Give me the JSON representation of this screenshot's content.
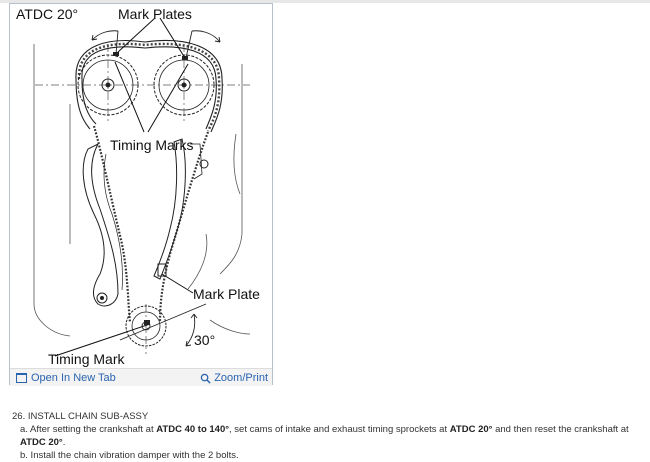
{
  "figure": {
    "labels": {
      "atdc": "ATDC 20°",
      "mark_plates": "Mark Plates",
      "timing_marks": "Timing Marks",
      "mark_plate": "Mark Plate",
      "angle": "30°",
      "timing_mark": "Timing Mark"
    },
    "footer": {
      "open_tab": "Open In New Tab",
      "zoom": "Zoom/Print"
    }
  },
  "instructions": {
    "step_title": "26. INSTALL CHAIN SUB-ASSY",
    "step_a": {
      "t1": "a. After setting the crankshaft at ",
      "b1": "ATDC 40 to 140°",
      "t2": ", set cams of intake and exhaust timing sprockets at ",
      "b2": "ATDC 20°",
      "t3": " and then reset the crankshaft at ",
      "b3": "ATDC 20°",
      "t4": "."
    },
    "step_b": "b. Install the chain vibration damper with the 2 bolts."
  },
  "colors": {
    "link": "#2a64b0",
    "frame_border": "#b8c2cf",
    "footer_bg": "#f3f3f3"
  },
  "icons": [
    "open-tab-icon",
    "zoom-icon"
  ]
}
